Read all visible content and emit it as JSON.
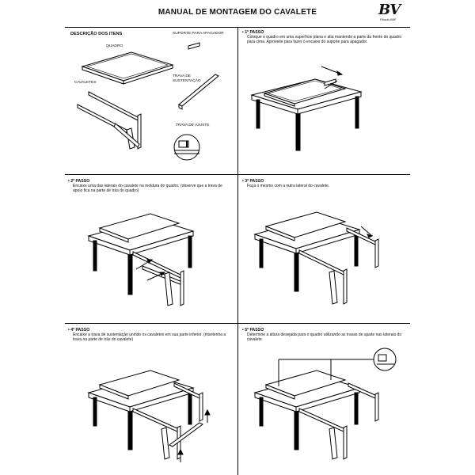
{
  "header": {
    "title": "MANUAL DE MONTAGEM DO CAVALETE",
    "logo_mark": "BV",
    "logo_sub": "Filiado ABF"
  },
  "items": {
    "title": "DESCRIÇÃO DOS ITENS",
    "suporte": "SUPORTE PARA APAGADOR",
    "quadro": "QUADRO",
    "trava_sustentacao_1": "TRAVA DE",
    "trava_sustentacao_2": "SUSTENTAÇÃO",
    "cavaletes": "CAVALETES",
    "trava_ajuste": "TRAVA DE AJUSTE"
  },
  "steps": [
    {
      "title": "• 1º PASSO",
      "text": "Coloque o quadro em uma superfície plana e alta mantendo a parte da frente do quadro para cima. Aproveite para fazer o encaixe do suporte para apagador."
    },
    {
      "title": "• 2º PASSO",
      "text": "Encaixe uma das laterais do cavalete na moldura do quadro. (observe que a trava de apoio fica na parte de trás do quadro)"
    },
    {
      "title": "• 3º PASSO",
      "text": "Faça o mesmo com a outra lateral do cavalete."
    },
    {
      "title": "• 4º PASSO",
      "text": "Encaixe a trava de sustentação unindo os cavaletes em sua parte inferior. (mantenha a trava na parte de trás do cavalete)"
    },
    {
      "title": "• 5º PASSO",
      "text": "Determine a altura desejada para o quadro utilizando as travas de ajuste nas laterais do cavalete."
    }
  ]
}
